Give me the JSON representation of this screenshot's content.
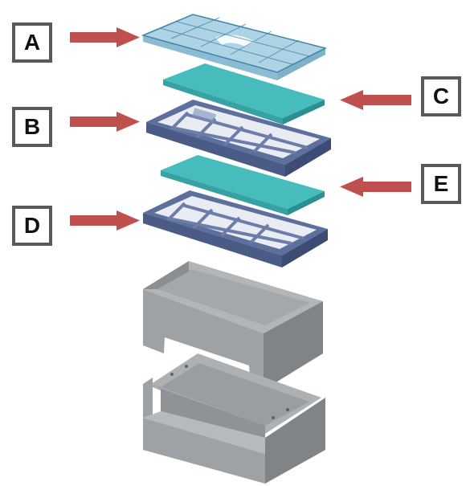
{
  "labels": {
    "a": "A",
    "b": "B",
    "c": "C",
    "d": "D",
    "e": "E"
  },
  "colors": {
    "arrow": "#c0504d",
    "box_border": "#595959",
    "tray": "#5c6f9e",
    "tray_dark": "#46567f",
    "pad": "#3fb6b8",
    "lid": "#7fb9d6",
    "housing": "#9ea2a5",
    "housing_dark": "#7f8386"
  }
}
